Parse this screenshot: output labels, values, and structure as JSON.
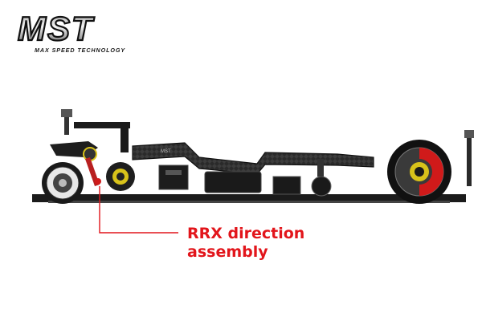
{
  "logo": {
    "wordmark": "MST",
    "tagline": "MAX SPEED TECHNOLOGY"
  },
  "callout": {
    "line1": "RRX direction",
    "line2": "assembly"
  },
  "chassis_brand": "MST",
  "colors": {
    "callout_red": "#e2151b",
    "chassis_black": "#1b1b1b",
    "rotor_red": "#d01a1a",
    "logo_yellow": "#d8c21a"
  }
}
